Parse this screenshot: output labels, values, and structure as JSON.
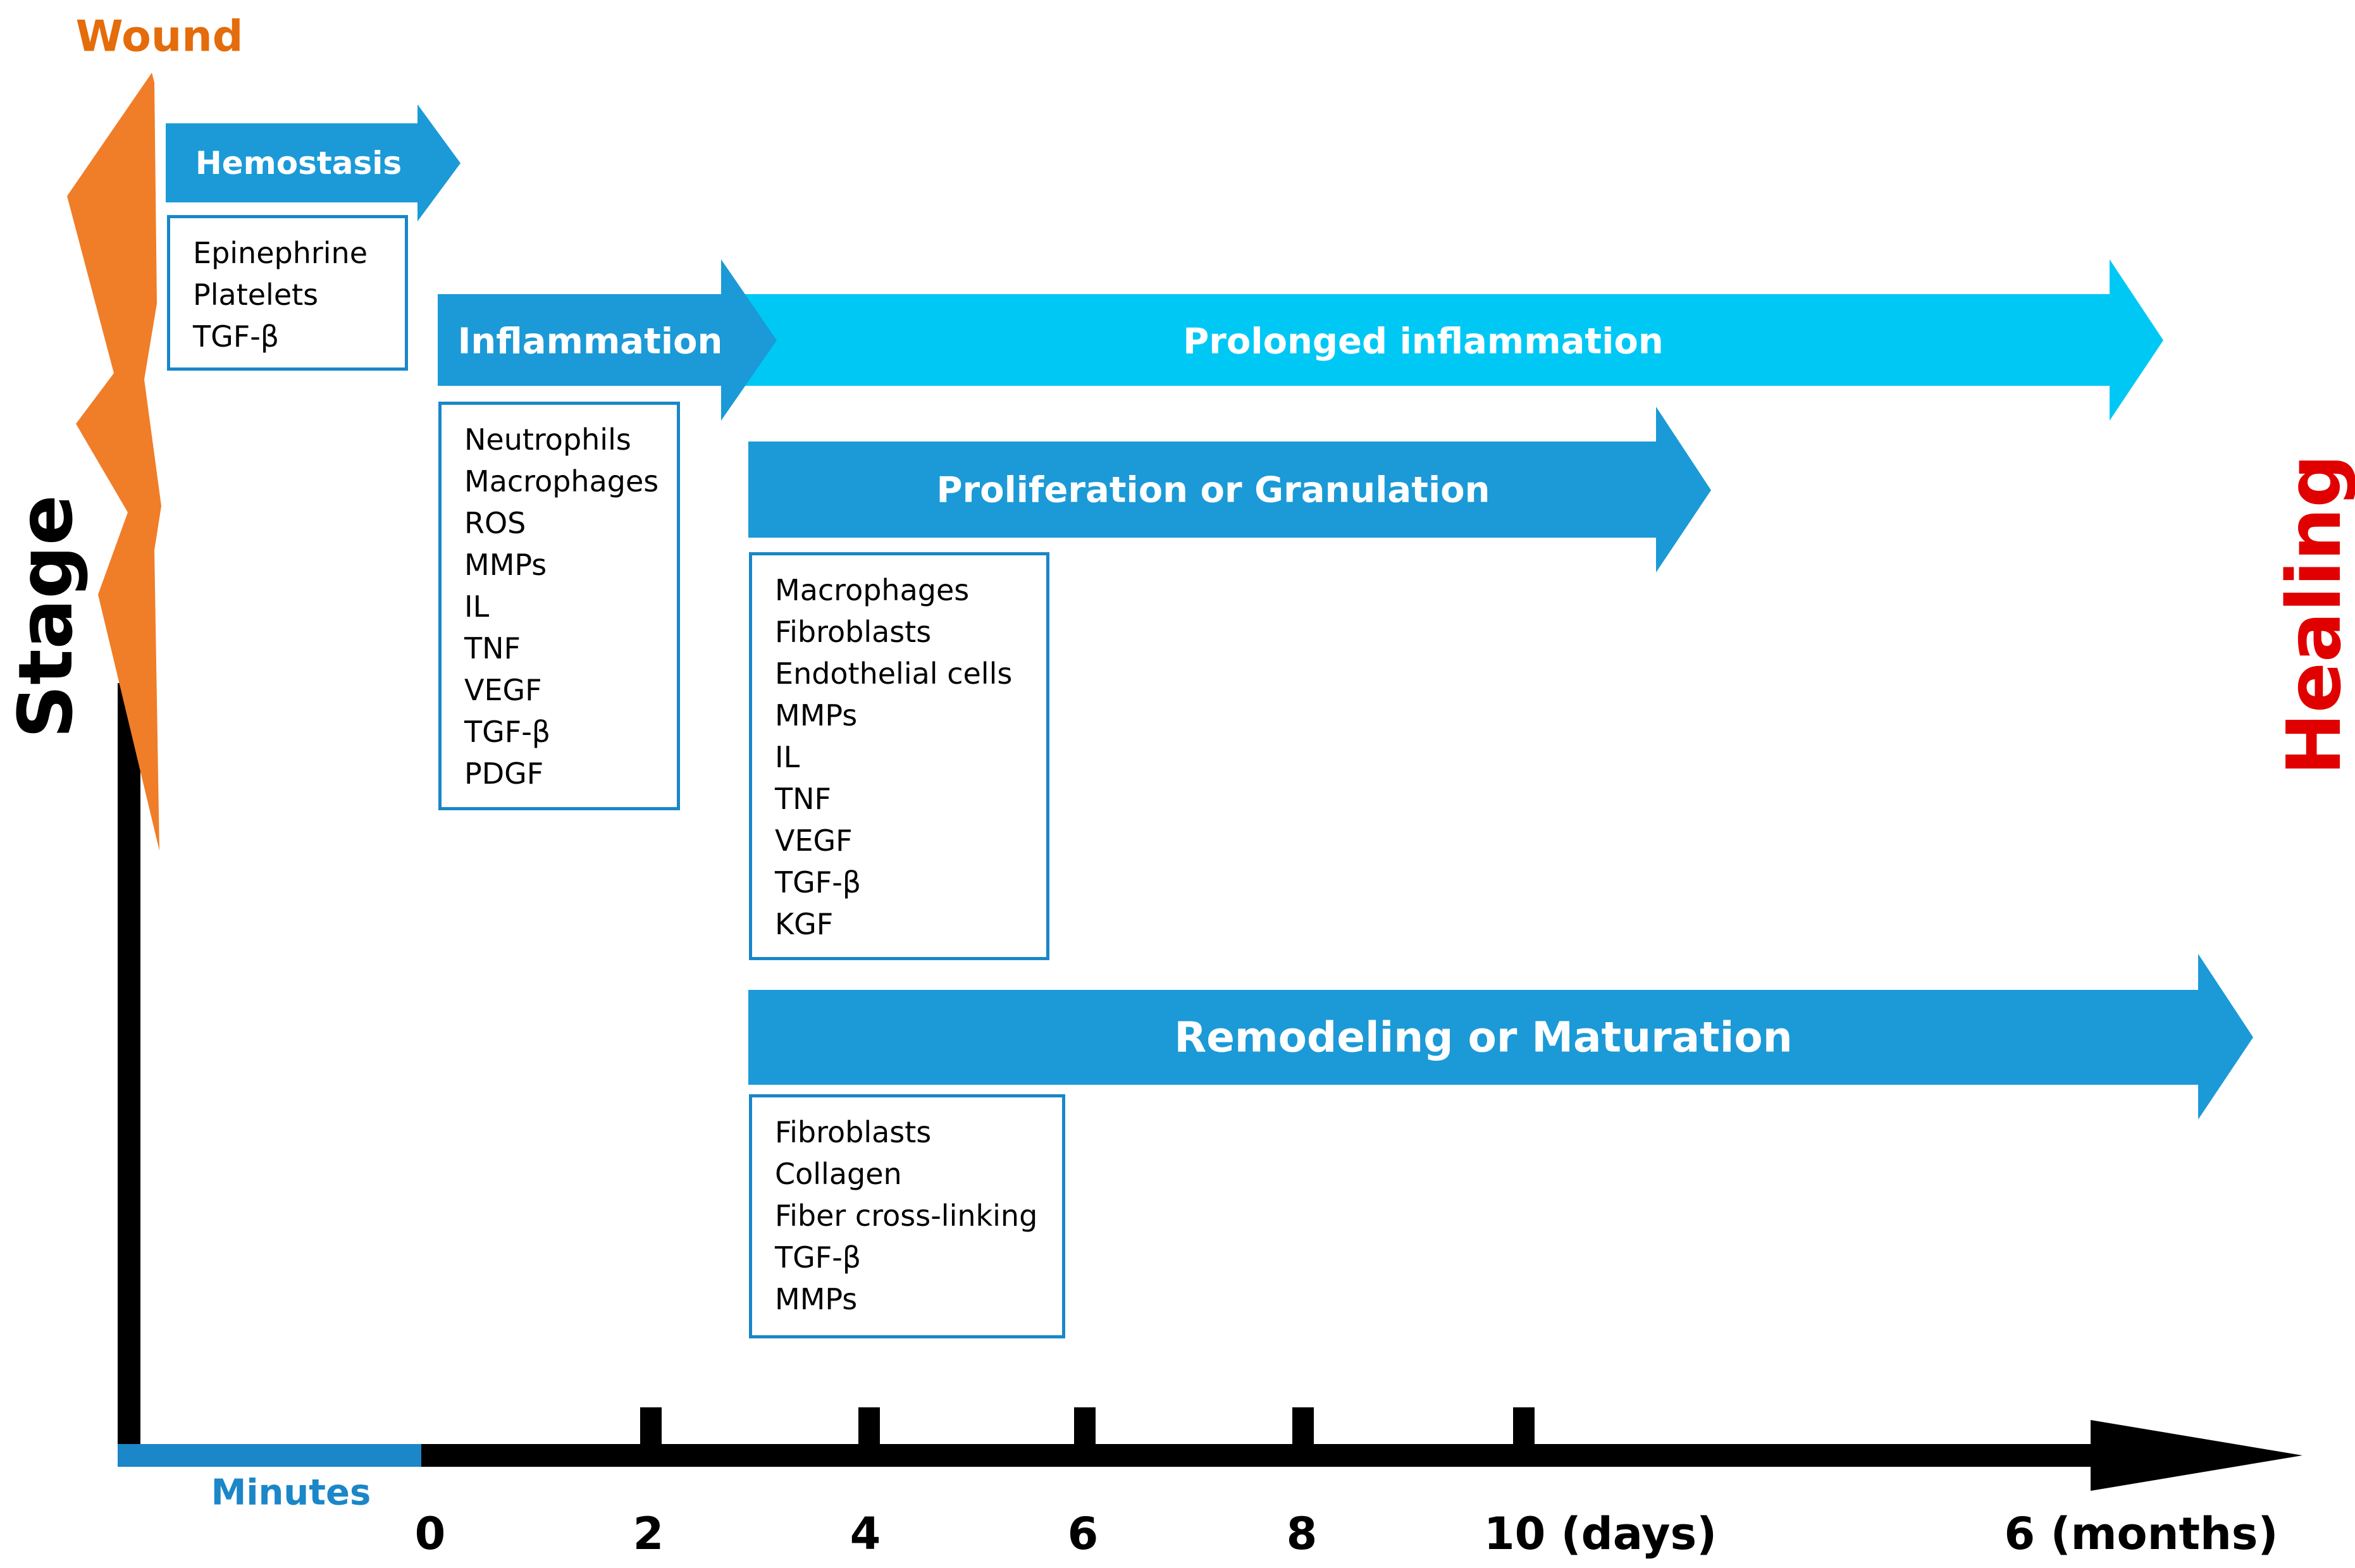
{
  "wound_label": "Wound",
  "healing_label": "Healing",
  "y_axis_label": "Stage",
  "minutes_label": "Minutes",
  "colors": {
    "phase_blue": "#1b9ad7",
    "prolonged_cyan": "#00c8f5",
    "box_border": "#1a86c8",
    "wound_orange": "#f07d28",
    "wound_label": "#e46c0a",
    "healing_red": "#e00000",
    "minutes_blue": "#1b86c8",
    "axis": "#000000"
  },
  "x_ticks": [
    "0",
    "2",
    "4",
    "6",
    "8",
    "10 (days)",
    "6 (months)"
  ],
  "phases": {
    "hemostasis": "Hemostasis",
    "inflammation": "Inflammation",
    "prolonged": "Prolonged inflammation",
    "proliferation": "Proliferation or Granulation",
    "remodeling": "Remodeling or Maturation"
  },
  "boxes": {
    "hemostasis": [
      "Epinephrine",
      "Platelets",
      "TGF-β"
    ],
    "inflammation": [
      "Neutrophils",
      "Macrophages",
      "ROS",
      "MMPs",
      "IL",
      "TNF",
      "VEGF",
      "TGF-β",
      "PDGF"
    ],
    "proliferation": [
      "Macrophages",
      "Fibroblasts",
      "Endothelial cells",
      "MMPs",
      "IL",
      "TNF",
      "VEGF",
      "TGF-β",
      "KGF"
    ],
    "remodeling": [
      "Fibroblasts",
      "Collagen",
      "Fiber cross-linking",
      "TGF-β",
      "MMPs"
    ]
  }
}
